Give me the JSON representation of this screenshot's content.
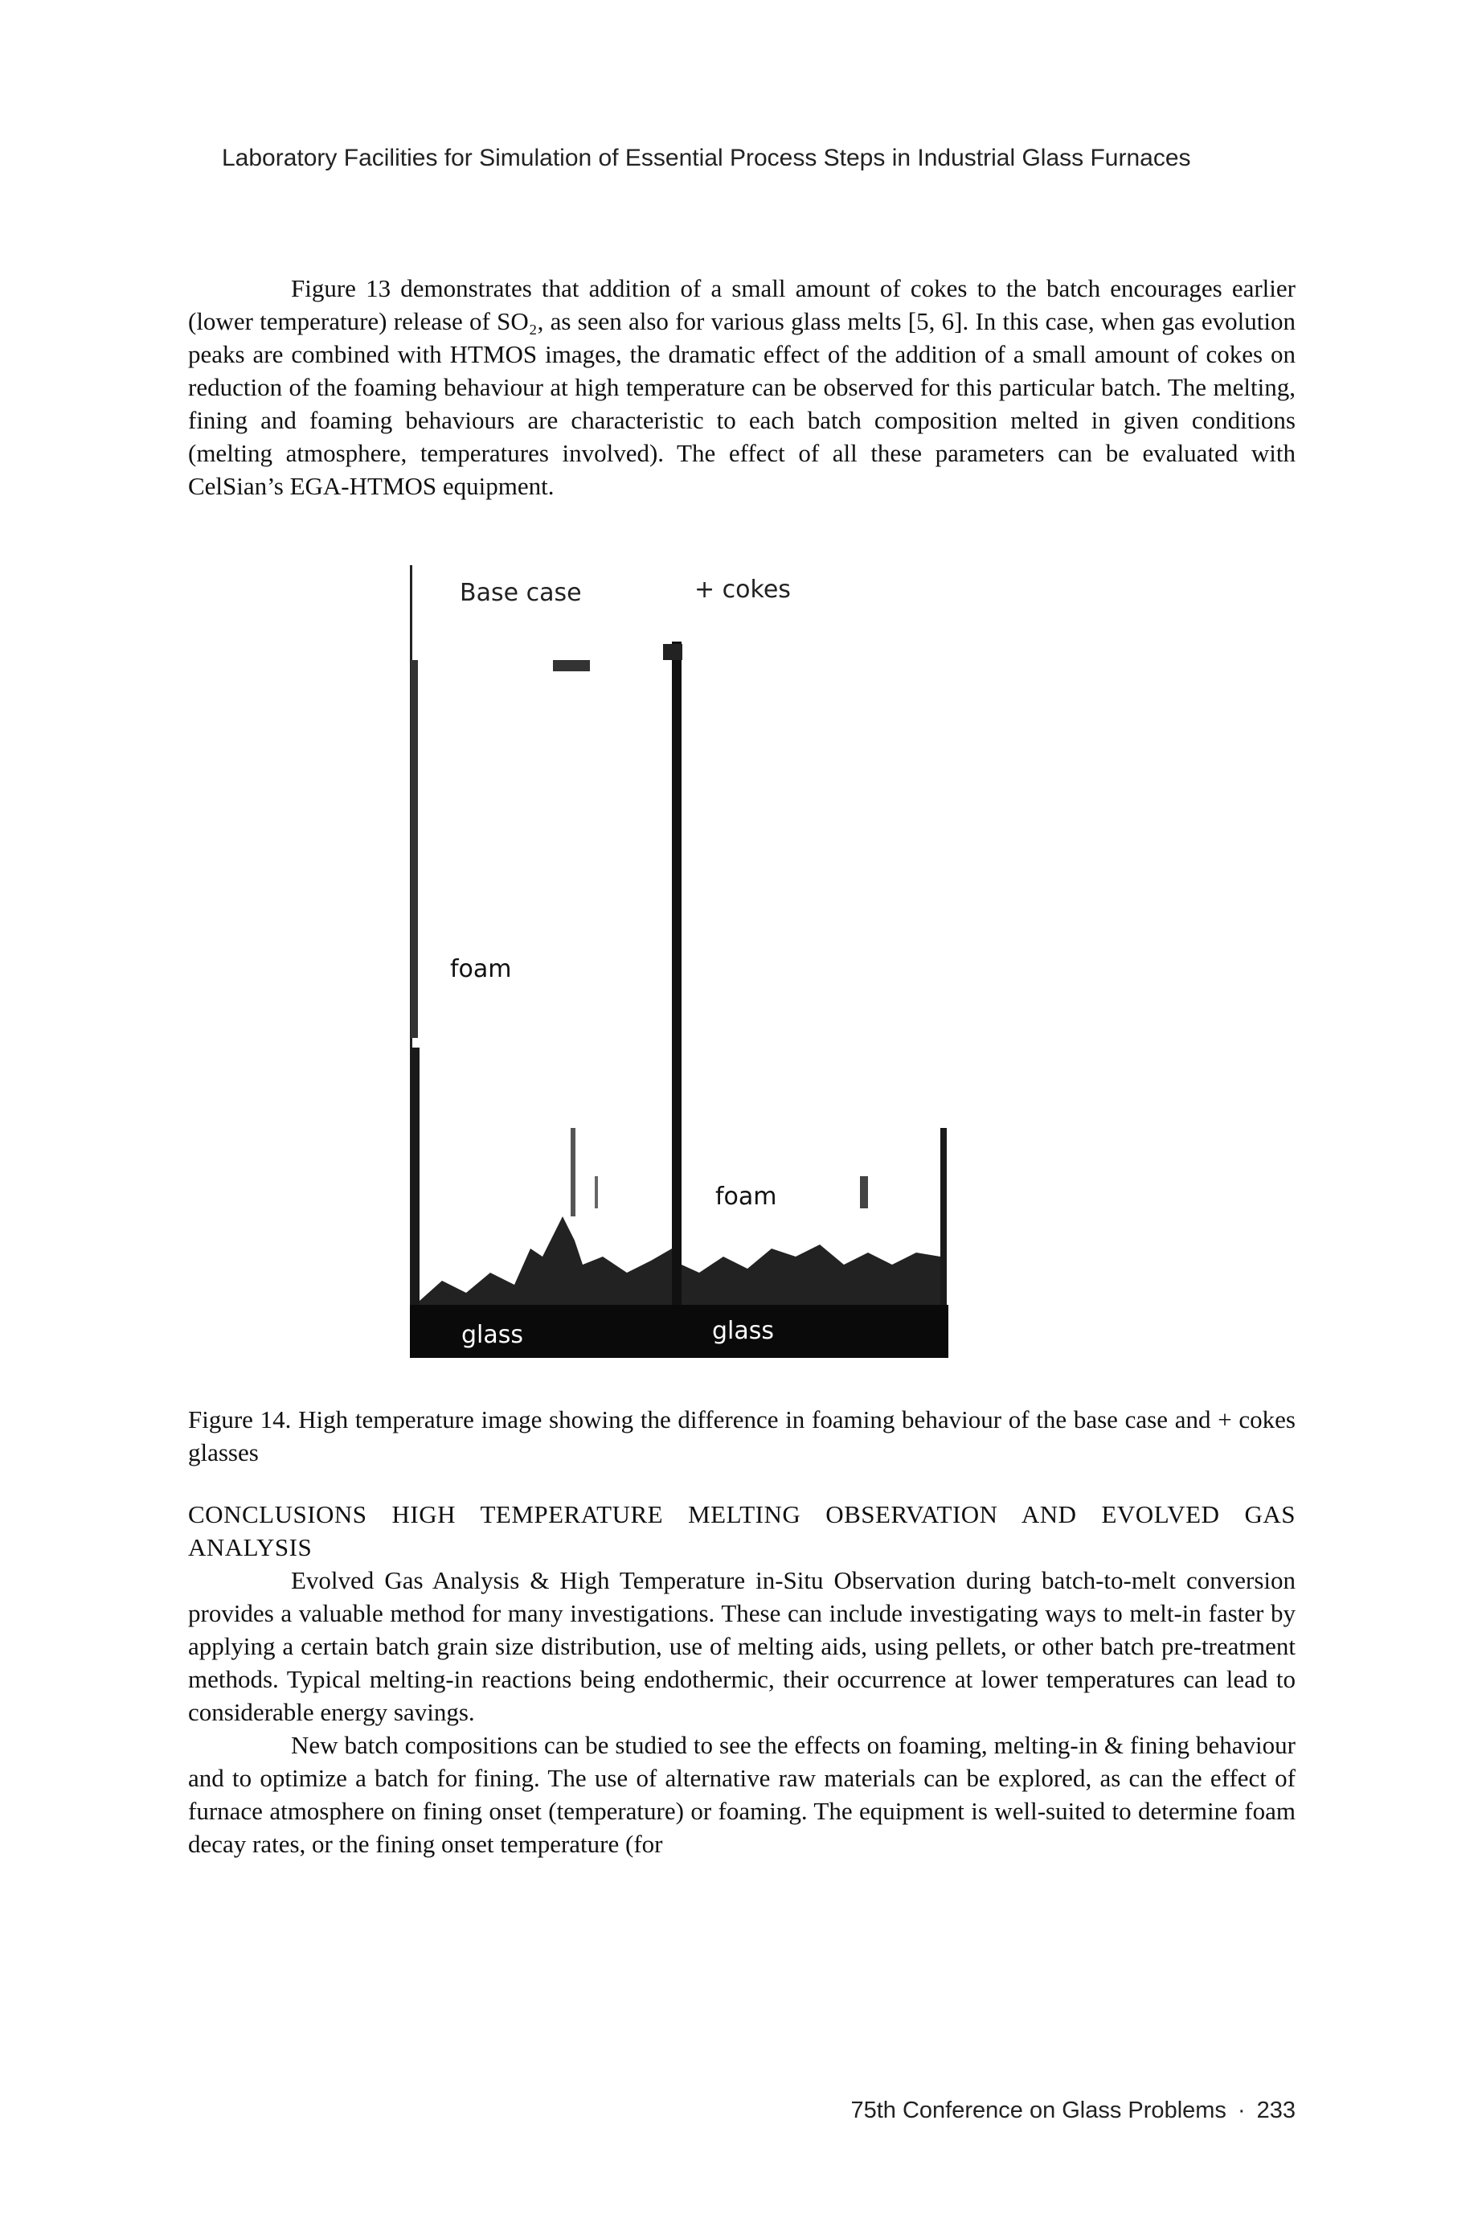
{
  "header": {
    "running_title": "Laboratory Facilities for Simulation of Essential Process Steps in Industrial Glass Furnaces"
  },
  "paragraph1": "Figure 13 demonstrates that addition of a small amount of cokes to the batch encourages earlier (lower temperature) release of SO₂, as seen also for various glass melts [5, 6]. In this case, when gas evolution peaks are combined with HTMOS images, the dramatic effect of the addition of a small amount of cokes on reduction of the foaming behaviour at high temperature can be observed for this particular batch. The melting, fining and foaming behaviours are characteristic to each batch composition melted in given conditions (melting atmosphere, temperatures involved). The effect of all these parameters can be evaluated with CelSian’s EGA-HTMOS equipment.",
  "figure": {
    "label_base_case": "Base case",
    "label_cokes": "+ cokes",
    "label_foam_left": "foam",
    "label_foam_right": "foam",
    "label_glass_left": "glass",
    "label_glass_right": "glass"
  },
  "caption": "Figure 14. High temperature image showing the difference in foaming behaviour of the base case and + cokes glasses",
  "conclusions": {
    "heading": "CONCLUSIONS HIGH TEMPERATURE MELTING OBSERVATION AND EVOLVED GAS ANALYSIS",
    "paragraph1": "Evolved Gas Analysis & High Temperature in-Situ Observation during batch-to-melt conversion provides a valuable method for many investigations. These can include investigating ways to melt-in faster by applying a certain batch grain size distribution, use of melting aids, using pellets, or other batch pre-treatment methods. Typical melting-in reactions being endothermic, their occurrence at lower temperatures can lead to considerable energy savings.",
    "paragraph2": "New batch compositions can be studied to see the effects on foaming, melting-in & fining behaviour and to optimize a batch for fining. The use of alternative raw materials can be explored, as can the effect of furnace atmosphere on fining onset (temperature) or foaming. The equipment is well-suited to determine foam decay rates, or the fining onset temperature (for"
  },
  "footer": {
    "conference": "75th Conference on Glass Problems",
    "separator": "·",
    "page_number": "233"
  }
}
